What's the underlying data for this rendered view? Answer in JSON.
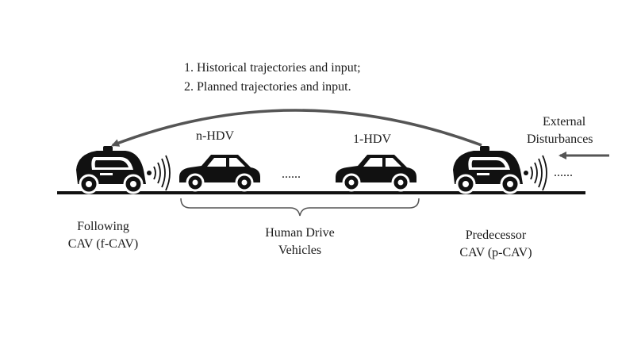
{
  "info_flow": {
    "line1": "1. Historical trajectories and input;",
    "line2": "2. Planned trajectories and input."
  },
  "external": {
    "line1": "External",
    "line2": "Disturbances"
  },
  "vehicles": {
    "n_hdv_label": "n-HDV",
    "one_hdv_label": "1-HDV",
    "gap_dots": "......",
    "trailing_dots": "......"
  },
  "captions": {
    "following_line1": "Following",
    "following_line2": "CAV (f-CAV)",
    "human_line1": "Human Drive",
    "human_line2": "Vehicles",
    "predecessor_line1": "Predecessor",
    "predecessor_line2": "CAV (p-CAV)"
  },
  "icons": {
    "cav": "autonomous-car-icon",
    "hdv": "sedan-car-icon",
    "signal": "wireless-signal-icon"
  },
  "colors": {
    "ink": "#1a1a1a",
    "arrow": "#555555",
    "background": "#ffffff"
  }
}
